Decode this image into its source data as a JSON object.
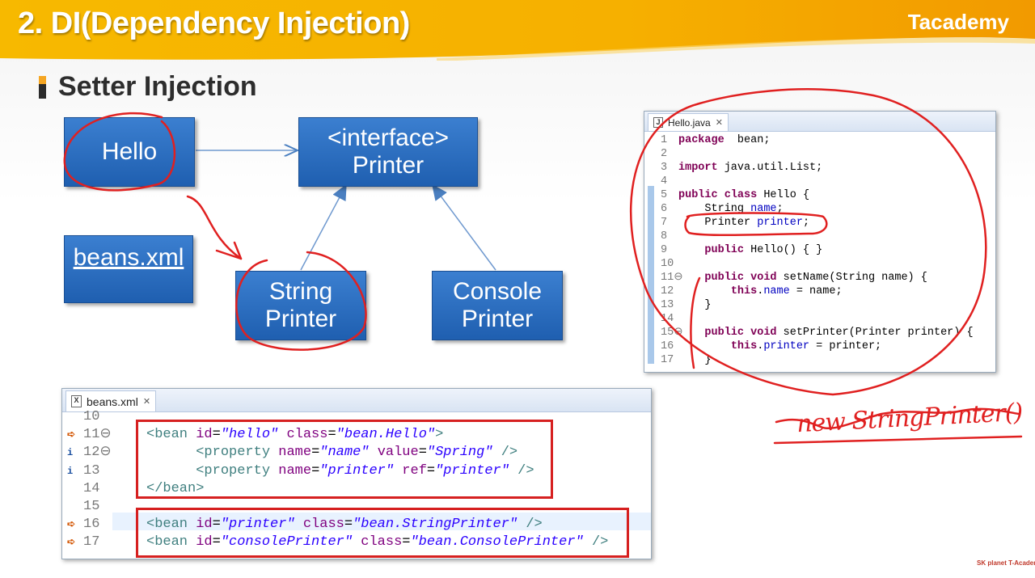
{
  "slide": {
    "title": "2. DI(Dependency Injection)",
    "brand": "Tacademy",
    "section_title": "Setter Injection",
    "banner_color": "#f5b400",
    "footer_logo": "SK planet T-Academy"
  },
  "diagram": {
    "hello": "Hello",
    "interface_line1": "<interface>",
    "interface_line2": "Printer",
    "beans_xml": "beans.xml",
    "string_line1": "String",
    "string_line2": "Printer",
    "console_line1": "Console",
    "console_line2": "Printer",
    "box_color": "#2a6cc0"
  },
  "java_editor": {
    "tab_label": "Hello.java",
    "tab_icon": "J",
    "lines": [
      {
        "n": "1",
        "parts": [
          [
            "kw",
            "package"
          ],
          [
            "",
            "  bean;"
          ]
        ]
      },
      {
        "n": "2",
        "parts": []
      },
      {
        "n": "3",
        "parts": [
          [
            "kw",
            "import"
          ],
          [
            "",
            " java.util.List;"
          ]
        ]
      },
      {
        "n": "4",
        "parts": []
      },
      {
        "n": "5",
        "parts": [
          [
            "kw",
            "public"
          ],
          [
            "",
            " "
          ],
          [
            "kw",
            "class"
          ],
          [
            "",
            " Hello {"
          ]
        ]
      },
      {
        "n": "6",
        "parts": [
          [
            "",
            "    String "
          ],
          [
            "fld",
            "name"
          ],
          [
            "",
            ";"
          ]
        ]
      },
      {
        "n": "7",
        "parts": [
          [
            "",
            "    Printer "
          ],
          [
            "fld",
            "printer"
          ],
          [
            "",
            ";"
          ]
        ]
      },
      {
        "n": "8",
        "parts": []
      },
      {
        "n": "9",
        "parts": [
          [
            "",
            "    "
          ],
          [
            "kw",
            "public"
          ],
          [
            "",
            " Hello() { }"
          ]
        ]
      },
      {
        "n": "10",
        "parts": []
      },
      {
        "n": "11⊖",
        "parts": [
          [
            "",
            "    "
          ],
          [
            "kw",
            "public"
          ],
          [
            "",
            " "
          ],
          [
            "kw",
            "void"
          ],
          [
            "",
            " setName(String name) {"
          ]
        ]
      },
      {
        "n": "12",
        "parts": [
          [
            "",
            "        "
          ],
          [
            "kw",
            "this"
          ],
          [
            "",
            "."
          ],
          [
            "fld",
            "name"
          ],
          [
            "",
            " = name;"
          ]
        ]
      },
      {
        "n": "13",
        "parts": [
          [
            "",
            "    }"
          ]
        ]
      },
      {
        "n": "14",
        "parts": []
      },
      {
        "n": "15⊖",
        "parts": [
          [
            "",
            "    "
          ],
          [
            "kw",
            "public"
          ],
          [
            "",
            " "
          ],
          [
            "kw",
            "void"
          ],
          [
            "",
            " setPrinter(Printer printer) {"
          ]
        ]
      },
      {
        "n": "16",
        "parts": [
          [
            "",
            "        "
          ],
          [
            "kw",
            "this"
          ],
          [
            "",
            "."
          ],
          [
            "fld",
            "printer"
          ],
          [
            "",
            " = printer;"
          ]
        ]
      },
      {
        "n": "17",
        "parts": [
          [
            "",
            "    }"
          ]
        ]
      }
    ]
  },
  "xml_editor": {
    "tab_label": "beans.xml",
    "tab_icon": "X",
    "lines": [
      {
        "n": "10",
        "marker": "",
        "parts": []
      },
      {
        "n": "11⊖",
        "marker": "arrow",
        "parts": [
          [
            "tag",
            "<bean"
          ],
          [
            "",
            " "
          ],
          [
            "att",
            "id"
          ],
          [
            "",
            "="
          ],
          [
            "val",
            "\"hello\""
          ],
          [
            "",
            " "
          ],
          [
            "att",
            "class"
          ],
          [
            "",
            "="
          ],
          [
            "val",
            "\"bean.Hello\""
          ],
          [
            "tag",
            ">"
          ]
        ]
      },
      {
        "n": "12⊖",
        "marker": "info",
        "parts": [
          [
            "",
            "      "
          ],
          [
            "tag",
            "<property"
          ],
          [
            "",
            " "
          ],
          [
            "att",
            "name"
          ],
          [
            "",
            "="
          ],
          [
            "val",
            "\"name\""
          ],
          [
            "",
            " "
          ],
          [
            "att",
            "value"
          ],
          [
            "",
            "="
          ],
          [
            "val",
            "\"Spring\""
          ],
          [
            "",
            " "
          ],
          [
            "tag",
            "/>"
          ]
        ]
      },
      {
        "n": "13",
        "marker": "info",
        "parts": [
          [
            "",
            "      "
          ],
          [
            "tag",
            "<property"
          ],
          [
            "",
            " "
          ],
          [
            "att",
            "name"
          ],
          [
            "",
            "="
          ],
          [
            "val",
            "\"printer\""
          ],
          [
            "",
            " "
          ],
          [
            "att",
            "ref"
          ],
          [
            "",
            "="
          ],
          [
            "val",
            "\"printer\""
          ],
          [
            "",
            " "
          ],
          [
            "tag",
            "/>"
          ]
        ]
      },
      {
        "n": "14",
        "marker": "",
        "parts": [
          [
            "tag",
            "</bean>"
          ]
        ]
      },
      {
        "n": "15",
        "marker": "",
        "parts": []
      },
      {
        "n": "16",
        "marker": "arrow",
        "parts": [
          [
            "tag",
            "<bean"
          ],
          [
            "",
            " "
          ],
          [
            "att",
            "id"
          ],
          [
            "",
            "="
          ],
          [
            "val",
            "\"printer\""
          ],
          [
            "",
            " "
          ],
          [
            "att",
            "class"
          ],
          [
            "",
            "="
          ],
          [
            "val",
            "\"bean.StringPrinter\""
          ],
          [
            "",
            " "
          ],
          [
            "tag",
            "/>"
          ]
        ]
      },
      {
        "n": "17",
        "marker": "arrow",
        "parts": [
          [
            "tag",
            "<bean"
          ],
          [
            "",
            " "
          ],
          [
            "att",
            "id"
          ],
          [
            "",
            "="
          ],
          [
            "val",
            "\"consolePrinter\""
          ],
          [
            "",
            " "
          ],
          [
            "att",
            "class"
          ],
          [
            "",
            "="
          ],
          [
            "val",
            "\"bean.ConsolePrinter\""
          ],
          [
            "",
            " "
          ],
          [
            "tag",
            "/>"
          ]
        ]
      }
    ]
  },
  "annotation": {
    "handwritten_text": "new StringPrinter()",
    "ink_color": "#e02020"
  }
}
